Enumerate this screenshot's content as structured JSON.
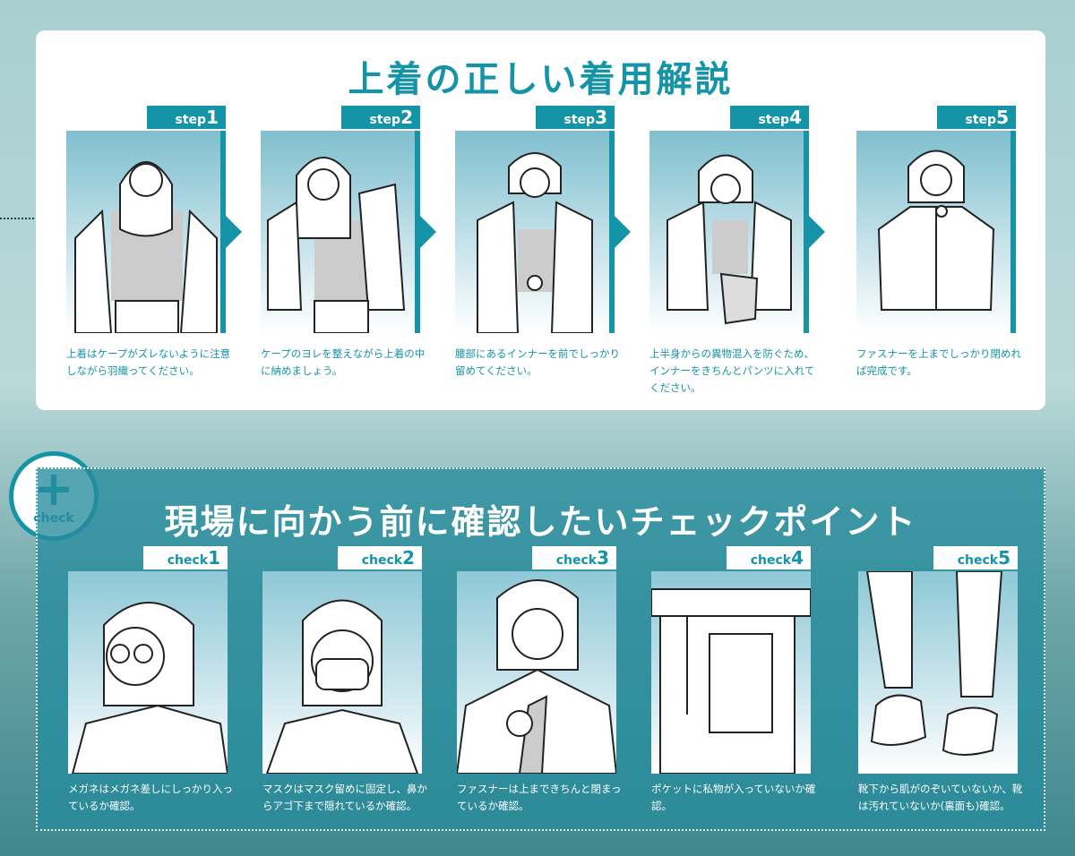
{
  "top": {
    "title": "上着の正しい着用解説",
    "steps": [
      {
        "word": "step",
        "num": "1",
        "caption": "上着はケープがズレないように注意しながら羽織ってください。"
      },
      {
        "word": "step",
        "num": "2",
        "caption": "ケープのヨレを整えながら上着の中に納めましょう。"
      },
      {
        "word": "step",
        "num": "3",
        "caption": "腰部にあるインナーを前でしっかり留めてください。"
      },
      {
        "word": "step",
        "num": "4",
        "caption": "上半身からの異物混入を防ぐため、インナーをきちんとパンツに入れてください。"
      },
      {
        "word": "step",
        "num": "5",
        "caption": "ファスナーを上までしっかり閉めれば完成です。"
      }
    ]
  },
  "check": {
    "badge_label": "check",
    "badge_symbol": "+",
    "title": "現場に向かう前に確認したいチェックポイント",
    "items": [
      {
        "word": "check",
        "num": "1",
        "caption": "メガネはメガネ差しにしっかり入っているか確認。"
      },
      {
        "word": "check",
        "num": "2",
        "caption": "マスクはマスク留めに固定し、鼻からアゴ下まで隠れているか確認。"
      },
      {
        "word": "check",
        "num": "3",
        "caption": "ファスナーは上まできちんと閉まっているか確認。"
      },
      {
        "word": "check",
        "num": "4",
        "caption": "ポケットに私物が入っていないか確認。"
      },
      {
        "word": "check",
        "num": "5",
        "caption": "靴下から肌がのぞいていないか、靴は汚れていないか(裏面も)確認。"
      }
    ]
  },
  "colors": {
    "accent": "#1593a7",
    "panel": "#ffffff"
  }
}
